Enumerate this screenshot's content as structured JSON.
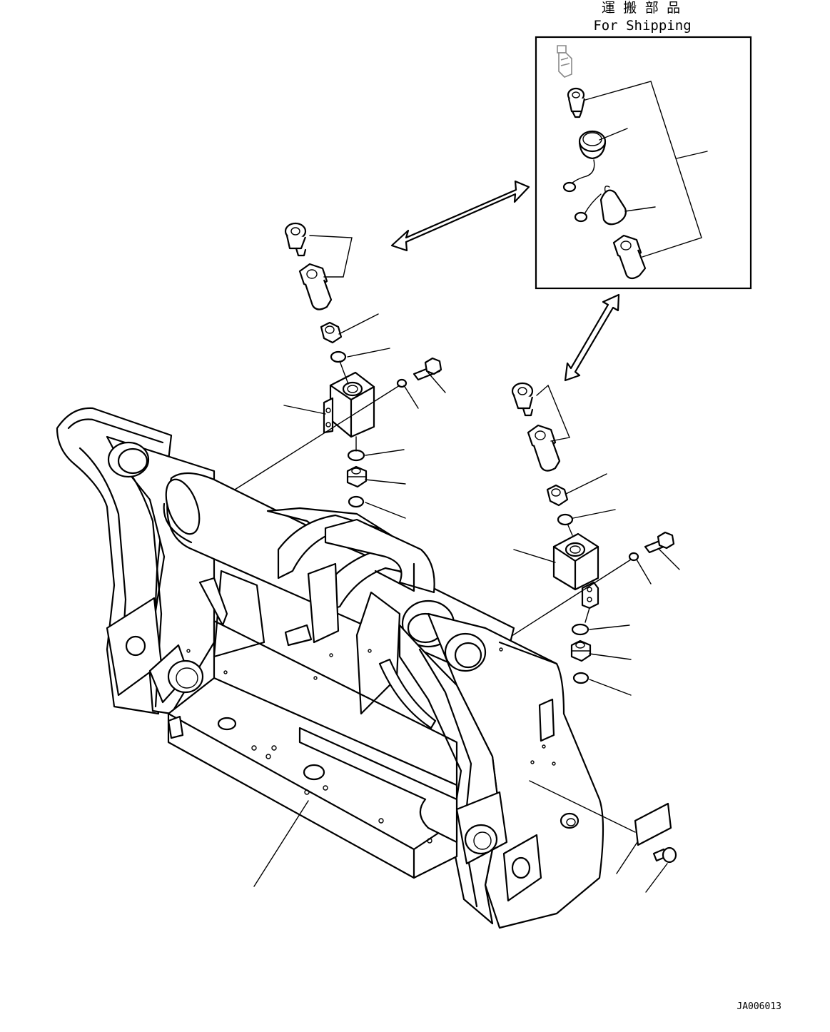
{
  "shipping_box": {
    "title_jp": "運 搬 部 品",
    "title_en": "For Shipping"
  },
  "drawing_code": "JA006013"
}
